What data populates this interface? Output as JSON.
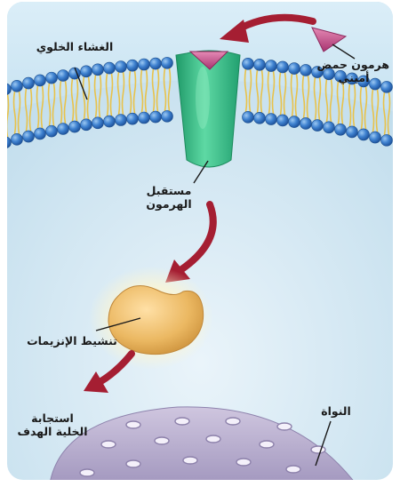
{
  "labels": {
    "membrane": "الغشاء الخلوي",
    "hormone_line1": "هرمون حمض",
    "hormone_line2": "أميني",
    "receptor_line1": "مستقبل",
    "receptor_line2": "الهرمون",
    "enzyme": "تنشيط الإنزيمات",
    "response_line1": "استجابة",
    "response_line2": "الخلية الهدف",
    "nucleus": "النواة"
  },
  "colors": {
    "cell_interior": "#dfeef6",
    "extracellular": "#cfe6f3",
    "phospholipid_head": "#3f82d0",
    "receptor": "#3fc48d",
    "hormone": "#c84f8a",
    "arrow": "#a51e32",
    "enzyme": "#ebb862",
    "nucleus": "#b3a8c9"
  }
}
